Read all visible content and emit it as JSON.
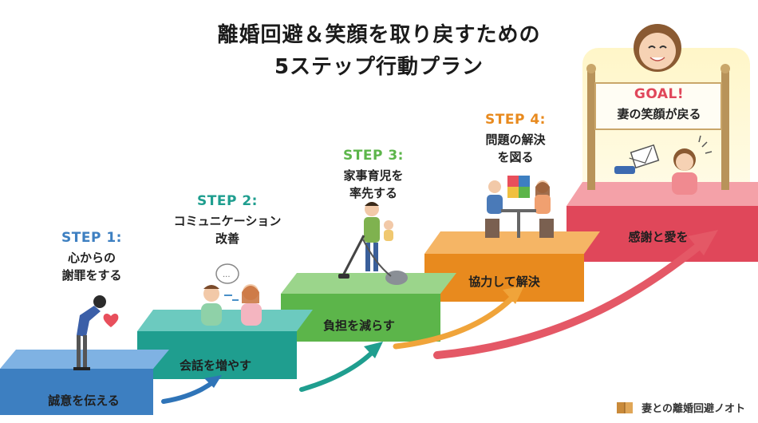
{
  "title": {
    "line1": "離婚回避＆笑顔を取り戻すための",
    "line2": "5ステップ行動プラン"
  },
  "steps": [
    {
      "label": "STEP 1:",
      "desc1": "心からの",
      "desc2": "謝罪をする",
      "action": "誠意を伝える",
      "color": "#3d7fc1"
    },
    {
      "label": "STEP 2:",
      "desc1": "コミュニケーション",
      "desc2": "改善",
      "action": "会話を増やす",
      "color": "#1f9e8f"
    },
    {
      "label": "STEP 3:",
      "desc1": "家事育児を",
      "desc2": "率先する",
      "action": "負担を減らす",
      "color": "#5cb54a"
    },
    {
      "label": "STEP 4:",
      "desc1": "問題の解決",
      "desc2": "を図る",
      "action": "協力して解決",
      "color": "#e88a1e"
    }
  ],
  "goal": {
    "label": "GOAL!",
    "desc": "妻の笑顔が戻る",
    "action": "感謝と愛を",
    "color": "#e0475a"
  },
  "brand": {
    "icon": "book-icon",
    "text": "妻との離婚回避ノオト"
  }
}
